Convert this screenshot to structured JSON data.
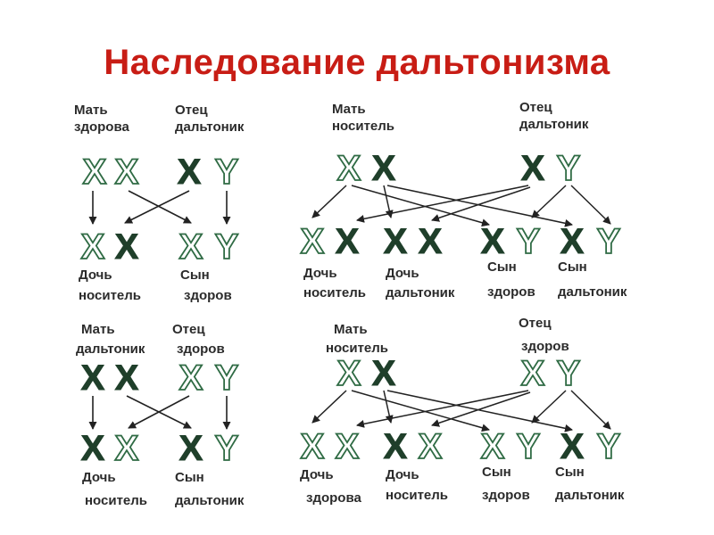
{
  "title": "Наследование дальтонизма",
  "colors": {
    "title": "#c81d15",
    "dark_chromosome": "#1f3f2a",
    "outline_chromosome": "#2f6b44",
    "label": "#2b2b2b",
    "arrow": "#222222"
  },
  "crosses": [
    {
      "mother": {
        "line1": "Мать",
        "line2": "здорова",
        "chromosomes": [
          {
            "letter": "X",
            "style": "normal"
          },
          {
            "letter": "X",
            "style": "normal"
          }
        ]
      },
      "father": {
        "line1": "Отец",
        "line2": "дальтоник",
        "chromosomes": [
          {
            "letter": "X",
            "style": "colorblind"
          },
          {
            "letter": "Y",
            "style": "normal"
          }
        ]
      },
      "children": [
        {
          "line1": "Дочь",
          "line2": "носитель",
          "chromosomes": [
            {
              "letter": "X",
              "style": "normal"
            },
            {
              "letter": "X",
              "style": "colorblind"
            }
          ]
        },
        {
          "line1": "Сын",
          "line2": "здоров",
          "chromosomes": [
            {
              "letter": "X",
              "style": "normal"
            },
            {
              "letter": "Y",
              "style": "normal"
            }
          ]
        }
      ]
    },
    {
      "mother": {
        "line1": "Мать",
        "line2": "носитель",
        "chromosomes": [
          {
            "letter": "X",
            "style": "normal"
          },
          {
            "letter": "X",
            "style": "colorblind"
          }
        ]
      },
      "father": {
        "line1": "Отец",
        "line2": "дальтоник",
        "chromosomes": [
          {
            "letter": "X",
            "style": "colorblind"
          },
          {
            "letter": "Y",
            "style": "normal"
          }
        ]
      },
      "children": [
        {
          "line1": "Дочь",
          "line2": "носитель",
          "chromosomes": [
            {
              "letter": "X",
              "style": "normal"
            },
            {
              "letter": "X",
              "style": "colorblind"
            }
          ]
        },
        {
          "line1": "Дочь",
          "line2": "дальтоник",
          "chromosomes": [
            {
              "letter": "X",
              "style": "colorblind"
            },
            {
              "letter": "X",
              "style": "colorblind"
            }
          ]
        },
        {
          "line1": "Сын",
          "line2": "здоров",
          "chromosomes": [
            {
              "letter": "X",
              "style": "colorblind"
            },
            {
              "letter": "Y",
              "style": "normal"
            }
          ]
        },
        {
          "line1": "Сын",
          "line2": "дальтоник",
          "chromosomes": [
            {
              "letter": "X",
              "style": "colorblind"
            },
            {
              "letter": "Y",
              "style": "normal"
            }
          ]
        }
      ]
    },
    {
      "mother": {
        "line1": "Мать",
        "line2": "дальтоник",
        "chromosomes": [
          {
            "letter": "X",
            "style": "colorblind"
          },
          {
            "letter": "X",
            "style": "colorblind"
          }
        ]
      },
      "father": {
        "line1": "Отец",
        "line2": "здоров",
        "chromosomes": [
          {
            "letter": "X",
            "style": "normal"
          },
          {
            "letter": "Y",
            "style": "normal"
          }
        ]
      },
      "children": [
        {
          "line1": "Дочь",
          "line2": "носитель",
          "chromosomes": [
            {
              "letter": "X",
              "style": "colorblind"
            },
            {
              "letter": "X",
              "style": "normal"
            }
          ]
        },
        {
          "line1": "Сын",
          "line2": "дальтоник",
          "chromosomes": [
            {
              "letter": "X",
              "style": "colorblind"
            },
            {
              "letter": "Y",
              "style": "normal"
            }
          ]
        }
      ]
    },
    {
      "mother": {
        "line1": "Мать",
        "line2": "носитель",
        "chromosomes": [
          {
            "letter": "X",
            "style": "normal"
          },
          {
            "letter": "X",
            "style": "colorblind"
          }
        ]
      },
      "father": {
        "line1": "Отец",
        "line2": "здоров",
        "chromosomes": [
          {
            "letter": "X",
            "style": "normal"
          },
          {
            "letter": "Y",
            "style": "normal"
          }
        ]
      },
      "children": [
        {
          "line1": "Дочь",
          "line2": "здорова",
          "chromosomes": [
            {
              "letter": "X",
              "style": "normal"
            },
            {
              "letter": "X",
              "style": "normal"
            }
          ]
        },
        {
          "line1": "Дочь",
          "line2": "носитель",
          "chromosomes": [
            {
              "letter": "X",
              "style": "colorblind"
            },
            {
              "letter": "X",
              "style": "normal"
            }
          ]
        },
        {
          "line1": "Сын",
          "line2": "здоров",
          "chromosomes": [
            {
              "letter": "X",
              "style": "normal"
            },
            {
              "letter": "Y",
              "style": "normal"
            }
          ]
        },
        {
          "line1": "Сын",
          "line2": "дальтоник",
          "chromosomes": [
            {
              "letter": "X",
              "style": "colorblind"
            },
            {
              "letter": "Y",
              "style": "normal"
            }
          ]
        }
      ]
    }
  ]
}
